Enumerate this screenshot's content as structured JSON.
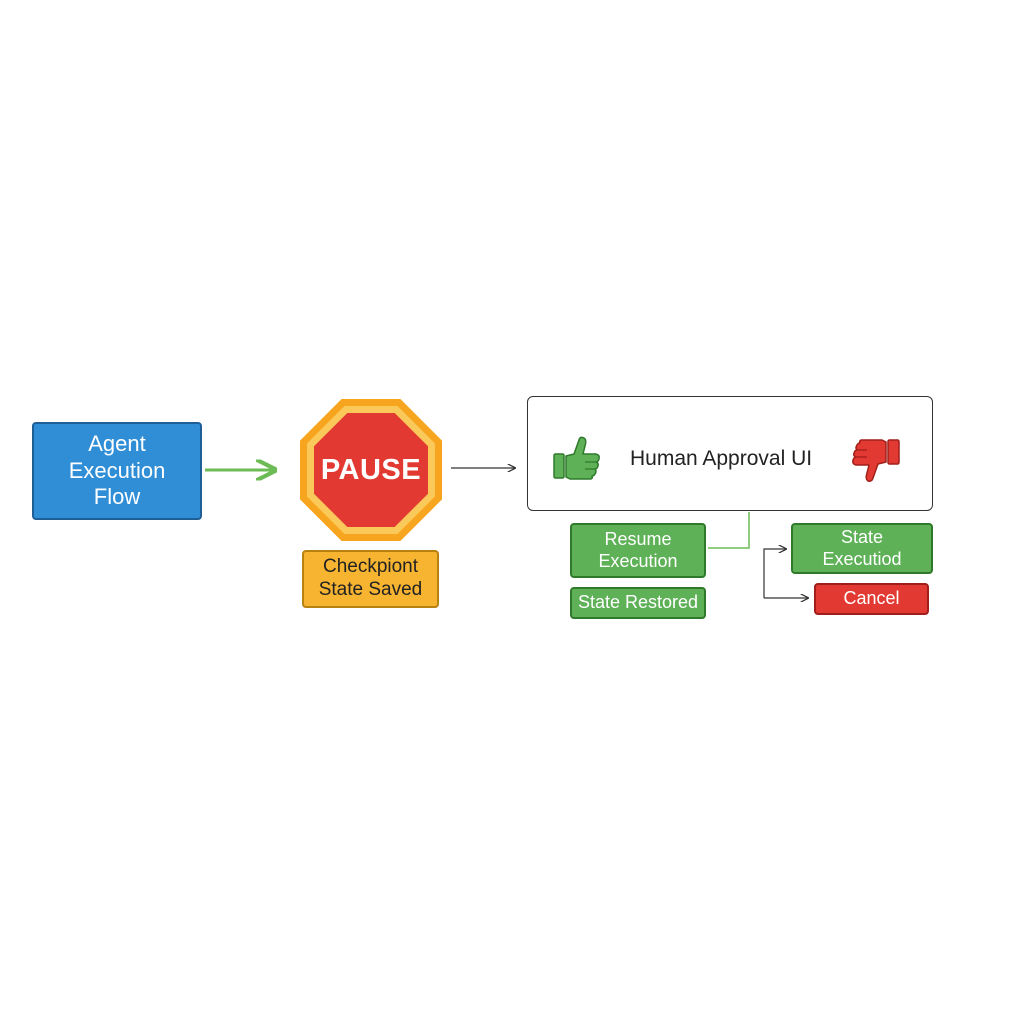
{
  "diagram": {
    "agent_label": "Agent\nExecution\nFlow",
    "pause_label": "PAUSE",
    "checkpoint_label": "Checkpiont\nState Saved",
    "approval_title": "Human Approval UI",
    "resume_label": "Resume\nExecution",
    "restored_label": "State Restored",
    "executed_label": "State\nExecutiod",
    "cancel_label": "Cancel"
  },
  "icons": {
    "approve": "thumbs-up-icon",
    "reject": "thumbs-down-icon"
  },
  "colors": {
    "agent": "#2f8ed6",
    "pause_sign": "#e23a32",
    "pause_ring": "#f7a51e",
    "checkpoint": "#f7b431",
    "success": "#5fb158",
    "danger": "#e23a32",
    "connector_green": "#6dbb55",
    "connector_dark": "#333333"
  }
}
